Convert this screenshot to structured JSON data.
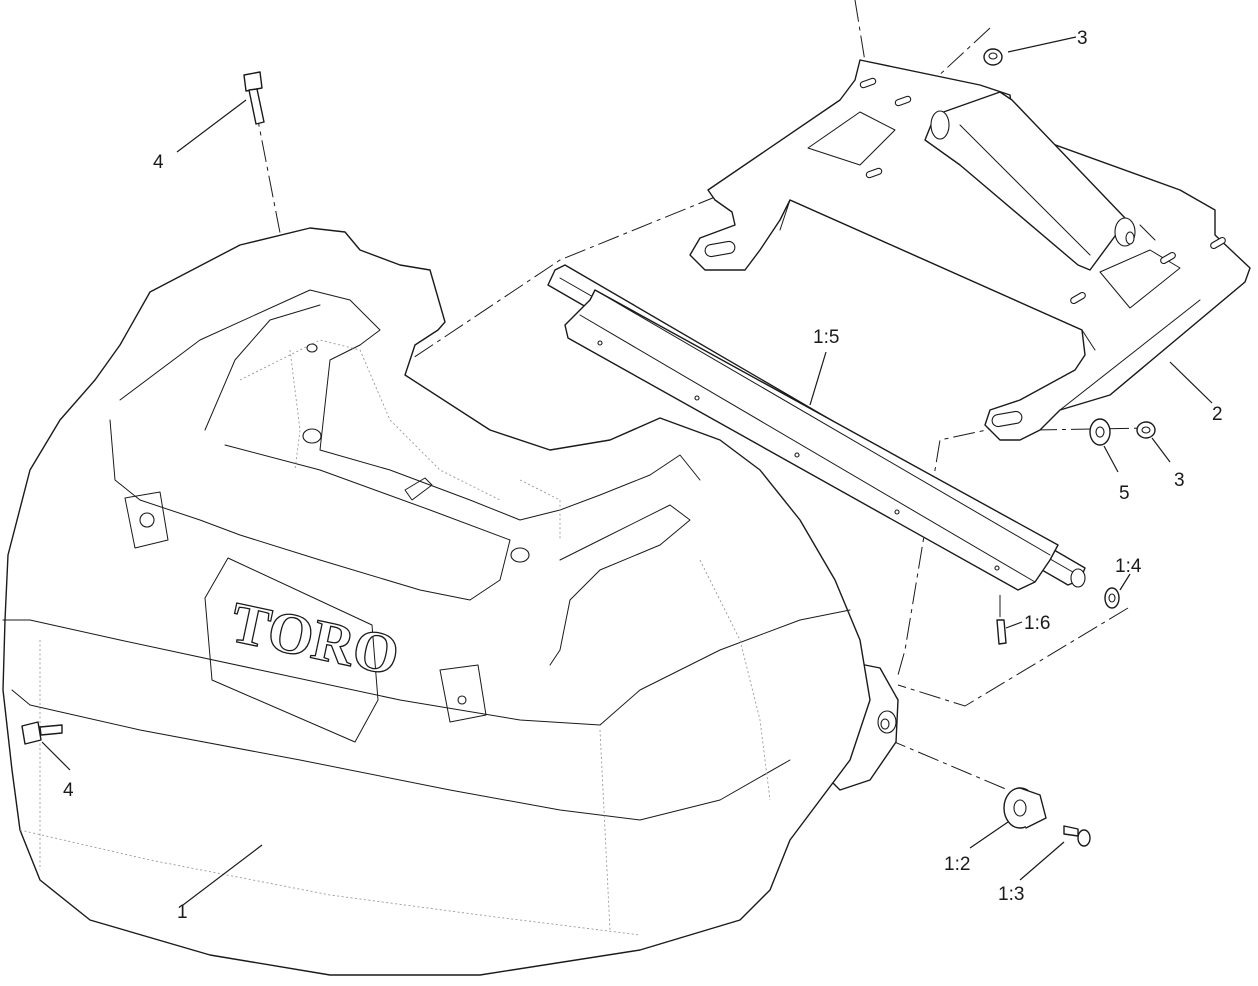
{
  "callouts": {
    "c1": "1",
    "c2": "2",
    "c3_top": "3",
    "c3_right": "3",
    "c4_top": "4",
    "c4_left": "4",
    "c5": "5",
    "c1_2": "1:2",
    "c1_3": "1:3",
    "c1_4": "1:4",
    "c1_5": "1:5",
    "c1_6": "1:6"
  },
  "logo_text": "TORO"
}
